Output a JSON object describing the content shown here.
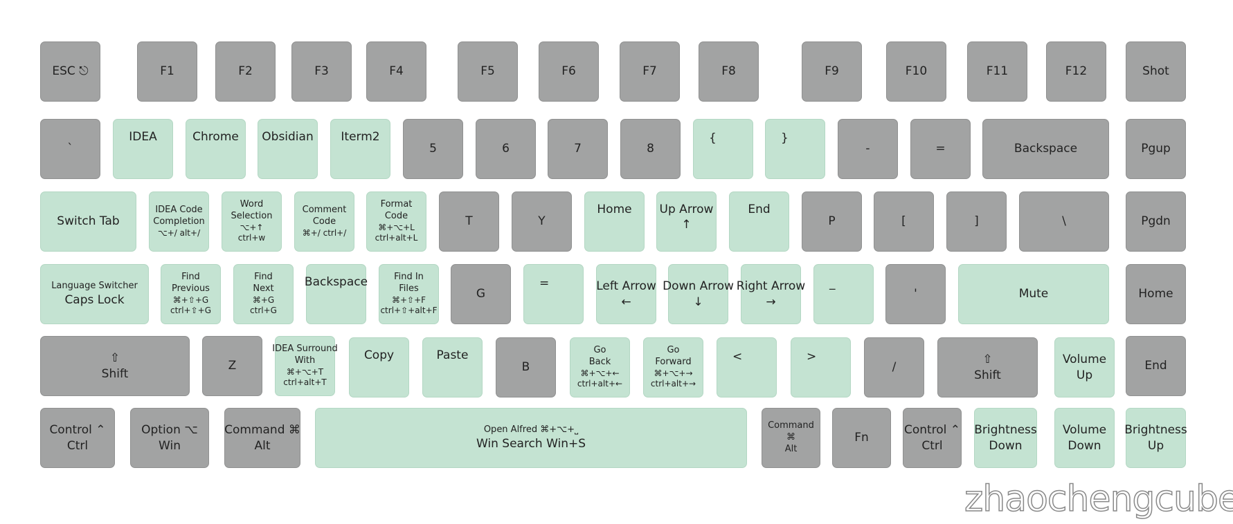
{
  "keyboard": {
    "colors": {
      "gray": "#a2a3a3",
      "green": "#c4e3d2"
    },
    "rows": [
      [
        {
          "id": "esc",
          "style": "gray",
          "lines": [
            "ESC ⎋"
          ]
        },
        {
          "id": "f1",
          "style": "gray",
          "lines": [
            "F1"
          ]
        },
        {
          "id": "f2",
          "style": "gray",
          "lines": [
            "F2"
          ]
        },
        {
          "id": "f3",
          "style": "gray",
          "lines": [
            "F3"
          ]
        },
        {
          "id": "f4",
          "style": "gray",
          "lines": [
            "F4"
          ]
        },
        {
          "id": "f5",
          "style": "gray",
          "lines": [
            "F5"
          ]
        },
        {
          "id": "f6",
          "style": "gray",
          "lines": [
            "F6"
          ]
        },
        {
          "id": "f7",
          "style": "gray",
          "lines": [
            "F7"
          ]
        },
        {
          "id": "f8",
          "style": "gray",
          "lines": [
            "F8"
          ]
        },
        {
          "id": "f9",
          "style": "gray",
          "lines": [
            "F9"
          ]
        },
        {
          "id": "f10",
          "style": "gray",
          "lines": [
            "F10"
          ]
        },
        {
          "id": "f11",
          "style": "gray",
          "lines": [
            "F11"
          ]
        },
        {
          "id": "f12",
          "style": "gray",
          "lines": [
            "F12"
          ]
        },
        {
          "id": "shot",
          "style": "gray",
          "lines": [
            "Shot"
          ]
        }
      ],
      [
        {
          "id": "backtick",
          "style": "gray",
          "lines": [
            "`"
          ]
        },
        {
          "id": "idea",
          "style": "green",
          "lines": [
            "IDEA"
          ]
        },
        {
          "id": "chrome",
          "style": "green",
          "lines": [
            "Chrome"
          ]
        },
        {
          "id": "obsidian",
          "style": "green",
          "lines": [
            "Obsidian"
          ]
        },
        {
          "id": "iterm2",
          "style": "green",
          "lines": [
            "Iterm2"
          ]
        },
        {
          "id": "5",
          "style": "gray",
          "lines": [
            "5"
          ]
        },
        {
          "id": "6",
          "style": "gray",
          "lines": [
            "6"
          ]
        },
        {
          "id": "7",
          "style": "gray",
          "lines": [
            "7"
          ]
        },
        {
          "id": "8",
          "style": "gray",
          "lines": [
            "8"
          ]
        },
        {
          "id": "left-brace",
          "style": "green",
          "lines": [
            "{"
          ]
        },
        {
          "id": "right-brace",
          "style": "green",
          "lines": [
            "}"
          ]
        },
        {
          "id": "minus",
          "style": "gray",
          "lines": [
            "-"
          ]
        },
        {
          "id": "equals",
          "style": "gray",
          "lines": [
            "="
          ]
        },
        {
          "id": "backspace",
          "style": "gray",
          "lines": [
            "Backspace"
          ]
        },
        {
          "id": "pgup",
          "style": "gray",
          "lines": [
            "Pgup"
          ]
        }
      ],
      [
        {
          "id": "switch-tab",
          "style": "green",
          "lines": [
            "Switch Tab"
          ]
        },
        {
          "id": "idea-code-completion",
          "style": "green",
          "lines": [
            "IDEA Code",
            "Completion",
            "⌥+/ alt+/"
          ]
        },
        {
          "id": "word-selection",
          "style": "green",
          "lines": [
            "Word",
            "Selection",
            "⌥+↑",
            "ctrl+w"
          ]
        },
        {
          "id": "comment-code",
          "style": "green",
          "lines": [
            "Comment",
            "Code",
            "⌘+/ ctrl+/"
          ]
        },
        {
          "id": "format-code",
          "style": "green",
          "lines": [
            "Format",
            "Code",
            "⌘+⌥+L",
            "ctrl+alt+L"
          ]
        },
        {
          "id": "t",
          "style": "gray",
          "lines": [
            "T"
          ]
        },
        {
          "id": "y",
          "style": "gray",
          "lines": [
            "Y"
          ]
        },
        {
          "id": "home-nav",
          "style": "green",
          "lines": [
            "Home"
          ]
        },
        {
          "id": "up-arrow",
          "style": "green",
          "lines": [
            "Up Arrow",
            "↑"
          ]
        },
        {
          "id": "end-nav",
          "style": "green",
          "lines": [
            "End"
          ]
        },
        {
          "id": "p",
          "style": "gray",
          "lines": [
            "P"
          ]
        },
        {
          "id": "left-bracket",
          "style": "gray",
          "lines": [
            "["
          ]
        },
        {
          "id": "right-bracket",
          "style": "gray",
          "lines": [
            "]"
          ]
        },
        {
          "id": "backslash",
          "style": "gray",
          "lines": [
            "\\"
          ]
        },
        {
          "id": "pgdn",
          "style": "gray",
          "lines": [
            "Pgdn"
          ]
        }
      ],
      [
        {
          "id": "language-switcher",
          "style": "green",
          "lines": [
            "Language Switcher",
            "Caps Lock"
          ]
        },
        {
          "id": "find-previous",
          "style": "green",
          "lines": [
            "Find",
            "Previous",
            "⌘+⇧+G",
            "ctrl+⇧+G"
          ]
        },
        {
          "id": "find-next",
          "style": "green",
          "lines": [
            "Find",
            "Next",
            "⌘+G",
            "ctrl+G"
          ]
        },
        {
          "id": "backspace-layer",
          "style": "green",
          "lines": [
            "Backspace"
          ]
        },
        {
          "id": "find-in-files",
          "style": "green",
          "lines": [
            "Find In",
            "Files",
            "⌘+⇧+F",
            "ctrl+⇧+alt+F"
          ]
        },
        {
          "id": "g",
          "style": "gray",
          "lines": [
            "G"
          ]
        },
        {
          "id": "equals-layer",
          "style": "green",
          "lines": [
            "="
          ]
        },
        {
          "id": "left-arrow",
          "style": "green",
          "lines": [
            "Left Arrow",
            "←"
          ]
        },
        {
          "id": "down-arrow",
          "style": "green",
          "lines": [
            "Down Arrow",
            "↓"
          ]
        },
        {
          "id": "right-arrow",
          "style": "green",
          "lines": [
            "Right Arrow",
            "→"
          ]
        },
        {
          "id": "underscore",
          "style": "green",
          "lines": [
            "_"
          ]
        },
        {
          "id": "quote",
          "style": "gray",
          "lines": [
            "'"
          ]
        },
        {
          "id": "mute",
          "style": "green",
          "lines": [
            "Mute"
          ]
        },
        {
          "id": "home",
          "style": "gray",
          "lines": [
            "Home"
          ]
        }
      ],
      [
        {
          "id": "left-shift",
          "style": "gray",
          "lines": [
            "⇧",
            "Shift"
          ]
        },
        {
          "id": "z",
          "style": "gray",
          "lines": [
            "Z"
          ]
        },
        {
          "id": "idea-surround-with",
          "style": "green",
          "lines": [
            "IDEA Surround",
            "With",
            "⌘+⌥+T",
            "ctrl+alt+T"
          ]
        },
        {
          "id": "copy",
          "style": "green",
          "lines": [
            "Copy"
          ]
        },
        {
          "id": "paste",
          "style": "green",
          "lines": [
            "Paste"
          ]
        },
        {
          "id": "b",
          "style": "gray",
          "lines": [
            "B"
          ]
        },
        {
          "id": "go-back",
          "style": "green",
          "lines": [
            "Go",
            "Back",
            "⌘+⌥+←",
            "ctrl+alt+←"
          ]
        },
        {
          "id": "go-forward",
          "style": "green",
          "lines": [
            "Go",
            "Forward",
            "⌘+⌥+→",
            "ctrl+alt+→"
          ]
        },
        {
          "id": "less-than",
          "style": "green",
          "lines": [
            "<"
          ]
        },
        {
          "id": "greater-than",
          "style": "green",
          "lines": [
            ">"
          ]
        },
        {
          "id": "slash",
          "style": "gray",
          "lines": [
            "/"
          ]
        },
        {
          "id": "right-shift",
          "style": "gray",
          "lines": [
            "⇧",
            "Shift"
          ]
        },
        {
          "id": "volume-up",
          "style": "green",
          "lines": [
            "Volume",
            "Up"
          ]
        },
        {
          "id": "end",
          "style": "gray",
          "lines": [
            "End"
          ]
        }
      ],
      [
        {
          "id": "left-control",
          "style": "gray",
          "lines": [
            "Control ⌃",
            "Ctrl"
          ]
        },
        {
          "id": "left-option",
          "style": "gray",
          "lines": [
            "Option ⌥",
            "Win"
          ]
        },
        {
          "id": "left-command",
          "style": "gray",
          "lines": [
            "Command ⌘",
            "Alt"
          ]
        },
        {
          "id": "space",
          "style": "green",
          "lines": [
            "Open Alfred ⌘+⌥+⎵",
            "Win Search Win+S"
          ]
        },
        {
          "id": "right-command",
          "style": "gray",
          "lines": [
            "Command",
            "⌘",
            "Alt"
          ]
        },
        {
          "id": "fn",
          "style": "gray",
          "lines": [
            "Fn"
          ]
        },
        {
          "id": "right-control",
          "style": "gray",
          "lines": [
            "Control ⌃",
            "Ctrl"
          ]
        },
        {
          "id": "brightness-down",
          "style": "green",
          "lines": [
            "Brightness",
            "Down"
          ]
        },
        {
          "id": "volume-down",
          "style": "green",
          "lines": [
            "Volume",
            "Down"
          ]
        },
        {
          "id": "brightness-up",
          "style": "green",
          "lines": [
            "Brightness",
            "Up"
          ]
        }
      ]
    ]
  },
  "watermark": "zhaochengcube"
}
